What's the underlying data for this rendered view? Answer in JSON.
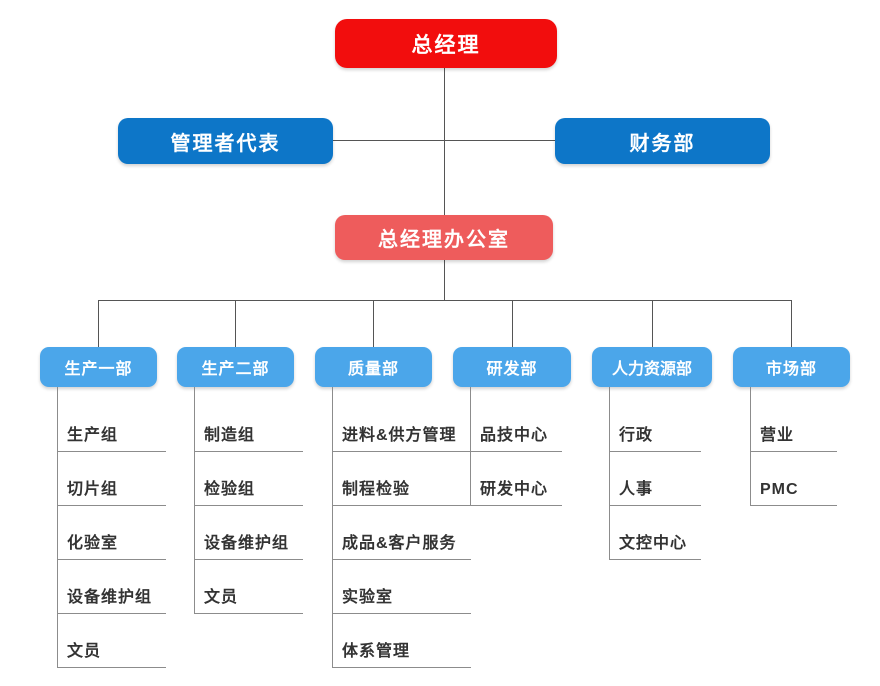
{
  "org": {
    "root": {
      "label": "总经理"
    },
    "level2": [
      {
        "label": "管理者代表"
      },
      {
        "label": "财务部"
      }
    ],
    "office": {
      "label": "总经理办公室"
    },
    "departments": [
      {
        "label": "生产一部",
        "children": [
          "生产组",
          "切片组",
          "化验室",
          "设备维护组",
          "文员"
        ]
      },
      {
        "label": "生产二部",
        "children": [
          "制造组",
          "检验组",
          "设备维护组",
          "文员"
        ]
      },
      {
        "label": "质量部",
        "children": [
          "进料&供方管理",
          "制程检验",
          "成品&客户服务",
          "实验室",
          "体系管理"
        ]
      },
      {
        "label": "研发部",
        "children": [
          "品技中心",
          "研发中心"
        ]
      },
      {
        "label": "人力资源部",
        "children": [
          "行政",
          "人事",
          "文控中心"
        ]
      },
      {
        "label": "市场部",
        "children": [
          "营业",
          "PMC"
        ]
      }
    ]
  },
  "colors": {
    "color-root": "#f20d0d",
    "color-staff": "#0d76c8",
    "color-office": "#ee5c5c",
    "color-dept": "#4ba6ea",
    "color-line": "#555555",
    "color-item-line": "#8c8c8c",
    "color-item-text": "#333333"
  }
}
